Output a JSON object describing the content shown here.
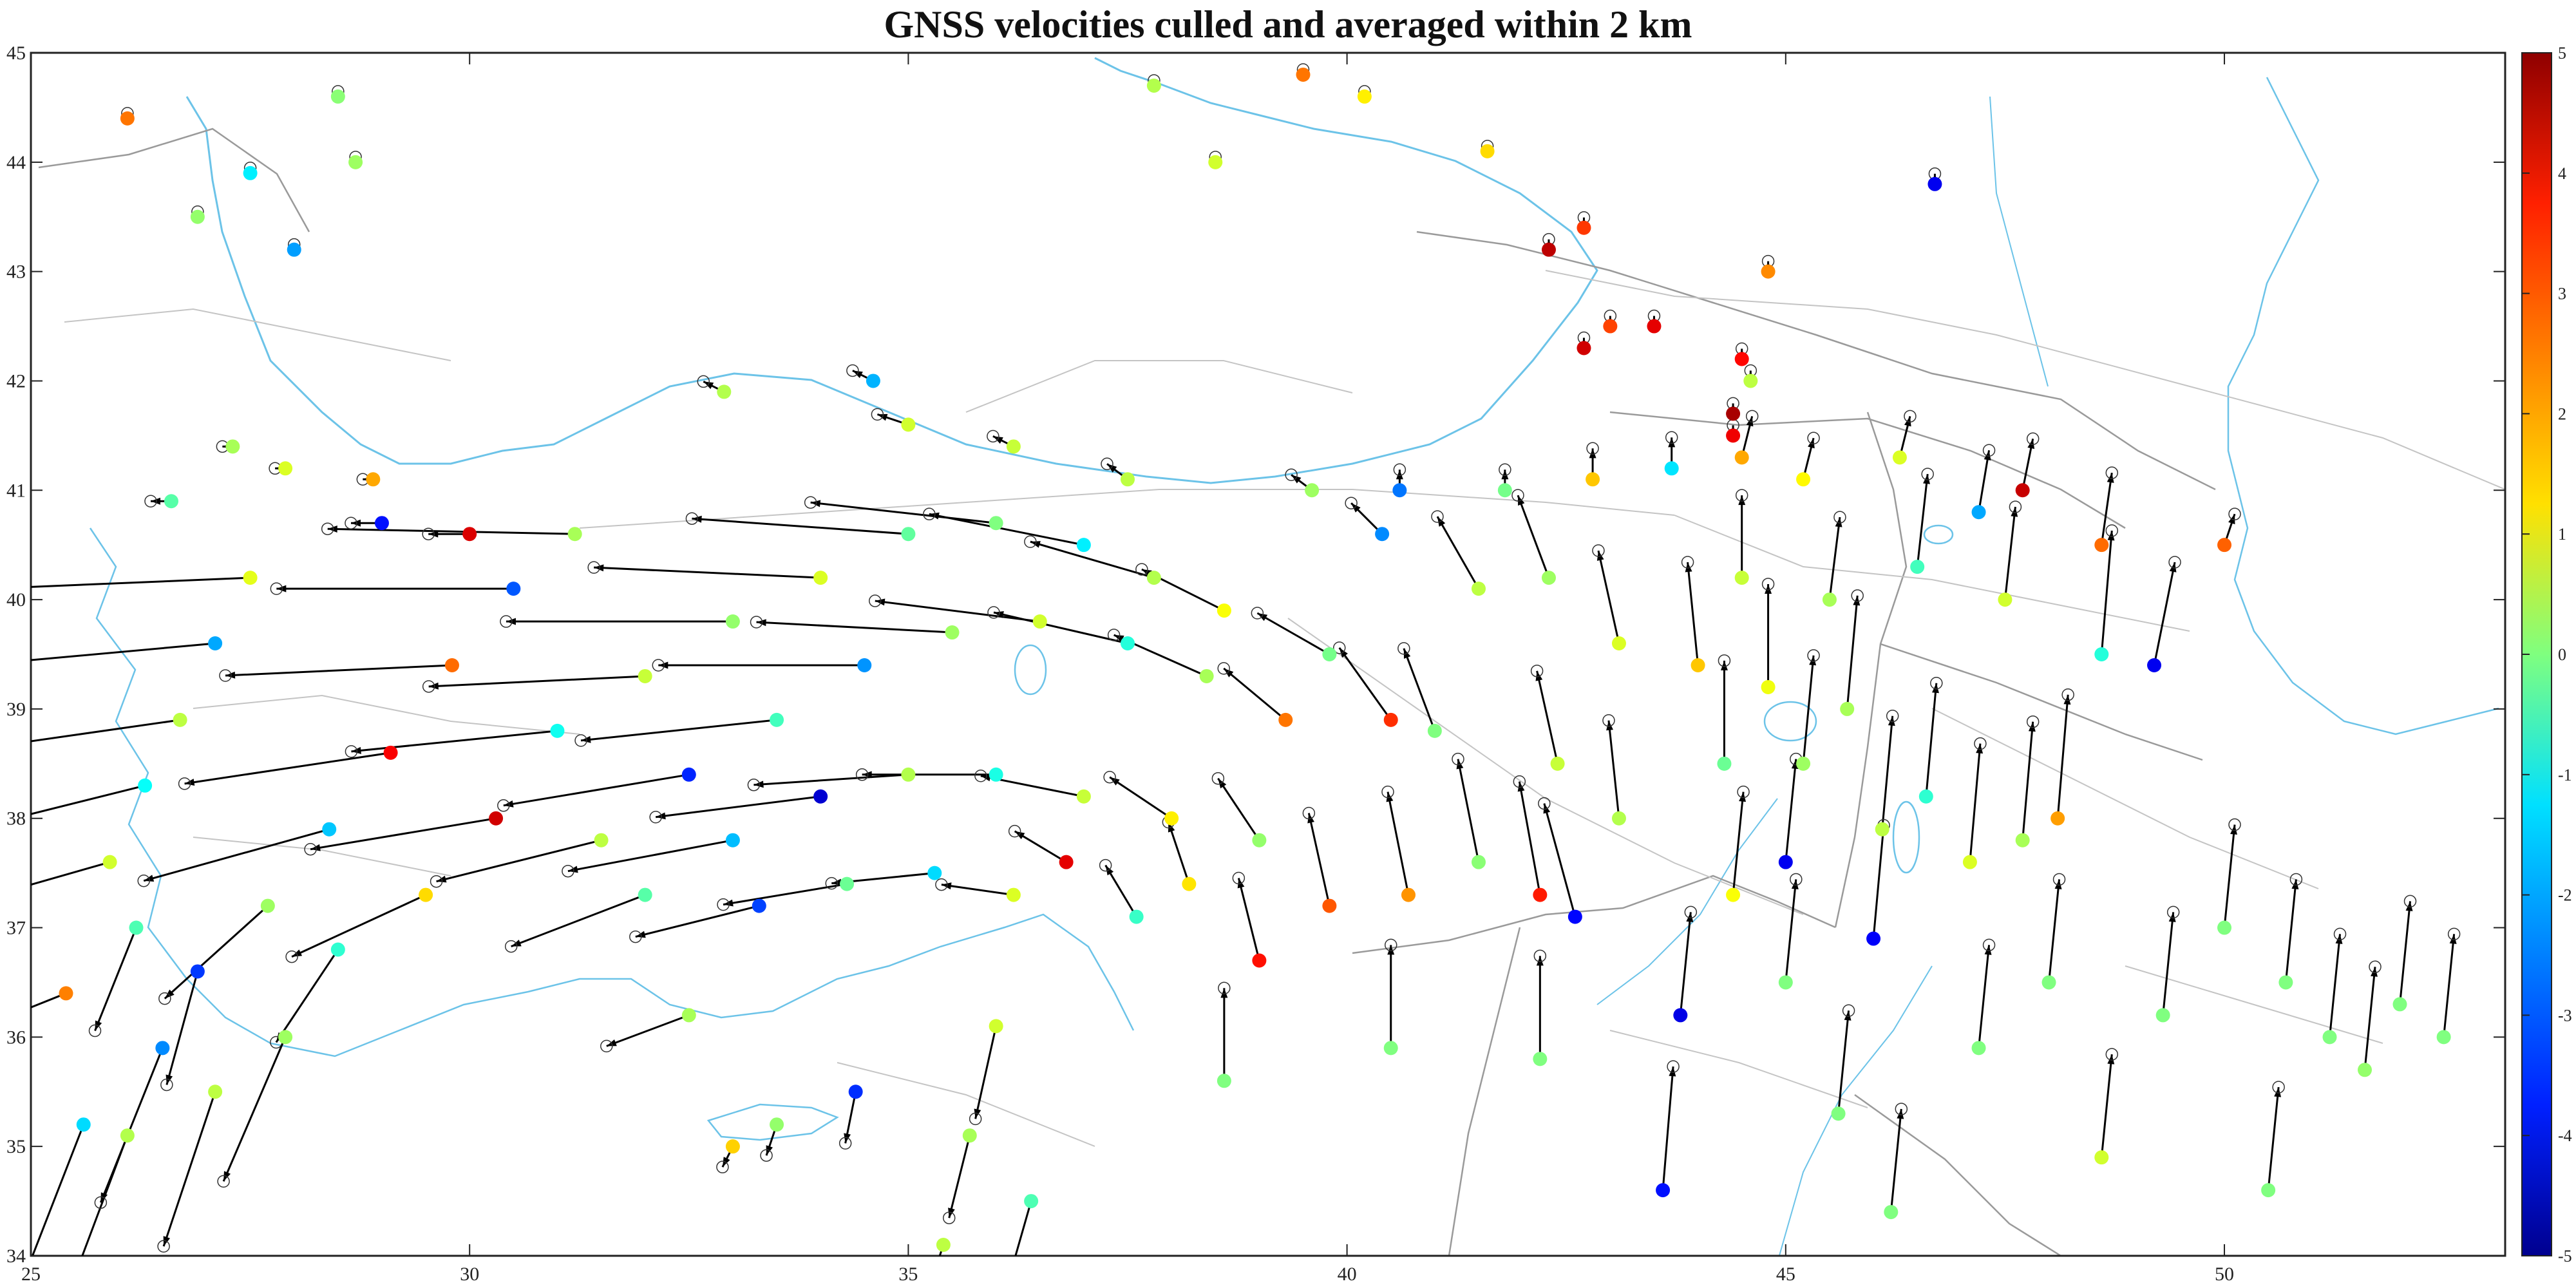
{
  "title": "GNSS velocities culled and averaged within 2 km",
  "map": {
    "xlim": [
      25,
      53.2
    ],
    "ylim": [
      34,
      45
    ],
    "xticks": [
      25,
      30,
      35,
      40,
      45,
      50
    ],
    "yticks": [
      34,
      35,
      36,
      37,
      38,
      39,
      40,
      41,
      42,
      43,
      44,
      45
    ],
    "colors": {
      "coastline": "#6cc3e8",
      "borders": "#9a9a9a",
      "faults": "#c4c4c4",
      "arrows": "#000000"
    }
  },
  "colorbar": {
    "range": [
      -5,
      5
    ],
    "ticks": [
      5,
      4,
      3,
      2,
      1,
      0,
      -1,
      -2,
      -3,
      -4,
      -5
    ],
    "colormap": "jet"
  },
  "stations": [
    {
      "lon": 25.4,
      "lat": 36.4,
      "ve": -0.5,
      "vn": -0.2,
      "u": 2.5
    },
    {
      "lon": 25.9,
      "lat": 37.6,
      "ve": -2.1,
      "vn": -0.6,
      "u": 0.8
    },
    {
      "lon": 26.3,
      "lat": 38.3,
      "ve": -2.0,
      "vn": -0.5,
      "u": -1.2
    },
    {
      "lon": 26.7,
      "lat": 38.9,
      "ve": -2.1,
      "vn": -0.3,
      "u": 0.6
    },
    {
      "lon": 27.1,
      "lat": 39.6,
      "ve": -2.2,
      "vn": -0.2,
      "u": -2.1
    },
    {
      "lon": 27.5,
      "lat": 40.2,
      "ve": -2.4,
      "vn": -0.1,
      "u": 1.0
    },
    {
      "lon": 26.2,
      "lat": 37.0,
      "ve": -0.4,
      "vn": -1.0,
      "u": -0.5
    },
    {
      "lon": 26.9,
      "lat": 36.6,
      "ve": -0.3,
      "vn": -1.1,
      "u": -3.2
    },
    {
      "lon": 27.7,
      "lat": 37.2,
      "ve": -1.0,
      "vn": -0.9,
      "u": 0.3
    },
    {
      "lon": 28.4,
      "lat": 37.9,
      "ve": -1.8,
      "vn": -0.5,
      "u": -1.8
    },
    {
      "lon": 29.1,
      "lat": 38.6,
      "ve": -2.0,
      "vn": -0.3,
      "u": 3.8
    },
    {
      "lon": 29.8,
      "lat": 39.4,
      "ve": -2.2,
      "vn": -0.1,
      "u": 2.7
    },
    {
      "lon": 30.5,
      "lat": 40.1,
      "ve": -2.3,
      "vn": 0.0,
      "u": -2.9
    },
    {
      "lon": 31.2,
      "lat": 40.6,
      "ve": -2.4,
      "vn": 0.05,
      "u": 0.4
    },
    {
      "lon": 29.0,
      "lat": 40.7,
      "ve": -0.3,
      "vn": 0.0,
      "u": -3.6
    },
    {
      "lon": 30.0,
      "lat": 40.6,
      "ve": -0.4,
      "vn": 0.0,
      "u": 4.1
    },
    {
      "lon": 28.5,
      "lat": 36.8,
      "ve": -0.6,
      "vn": -0.9,
      "u": -0.8
    },
    {
      "lon": 29.5,
      "lat": 37.3,
      "ve": -1.3,
      "vn": -0.6,
      "u": 1.6
    },
    {
      "lon": 30.3,
      "lat": 38.0,
      "ve": -1.8,
      "vn": -0.3,
      "u": 4.2
    },
    {
      "lon": 31.0,
      "lat": 38.8,
      "ve": -2.0,
      "vn": -0.2,
      "u": -1.1
    },
    {
      "lon": 32.0,
      "lat": 39.3,
      "ve": -2.1,
      "vn": -0.1,
      "u": 0.7
    },
    {
      "lon": 33.0,
      "lat": 39.8,
      "ve": -2.2,
      "vn": 0.0,
      "u": 0.2
    },
    {
      "lon": 34.0,
      "lat": 40.2,
      "ve": -2.2,
      "vn": 0.1,
      "u": 0.9
    },
    {
      "lon": 35.0,
      "lat": 40.6,
      "ve": -2.1,
      "vn": 0.15,
      "u": -0.3
    },
    {
      "lon": 36.0,
      "lat": 40.7,
      "ve": -1.8,
      "vn": 0.2,
      "u": 0.0
    },
    {
      "lon": 37.0,
      "lat": 40.5,
      "ve": -1.5,
      "vn": 0.3,
      "u": -1.4
    },
    {
      "lon": 37.8,
      "lat": 40.2,
      "ve": -1.2,
      "vn": 0.35,
      "u": 0.5
    },
    {
      "lon": 38.6,
      "lat": 39.9,
      "ve": -0.8,
      "vn": 0.4,
      "u": 1.2
    },
    {
      "lon": 31.5,
      "lat": 37.8,
      "ve": -1.6,
      "vn": -0.4,
      "u": 0.6
    },
    {
      "lon": 32.5,
      "lat": 38.4,
      "ve": -1.8,
      "vn": -0.3,
      "u": -3.4
    },
    {
      "lon": 33.5,
      "lat": 38.9,
      "ve": -1.9,
      "vn": -0.2,
      "u": -0.6
    },
    {
      "lon": 34.5,
      "lat": 39.4,
      "ve": -2.0,
      "vn": 0.0,
      "u": -2.3
    },
    {
      "lon": 35.5,
      "lat": 39.7,
      "ve": -1.9,
      "vn": 0.1,
      "u": 0.3
    },
    {
      "lon": 36.5,
      "lat": 39.8,
      "ve": -1.6,
      "vn": 0.2,
      "u": 0.8
    },
    {
      "lon": 37.5,
      "lat": 39.6,
      "ve": -1.3,
      "vn": 0.3,
      "u": -0.9
    },
    {
      "lon": 38.4,
      "lat": 39.3,
      "ve": -0.9,
      "vn": 0.4,
      "u": 0.4
    },
    {
      "lon": 39.3,
      "lat": 38.9,
      "ve": -0.6,
      "vn": 0.5,
      "u": 2.6
    },
    {
      "lon": 40.5,
      "lat": 38.9,
      "ve": -0.5,
      "vn": 0.7,
      "u": 3.3
    },
    {
      "lon": 32.0,
      "lat": 37.3,
      "ve": -1.3,
      "vn": -0.5,
      "u": -0.4
    },
    {
      "lon": 33.0,
      "lat": 37.8,
      "ve": -1.6,
      "vn": -0.3,
      "u": -1.9
    },
    {
      "lon": 34.0,
      "lat": 38.2,
      "ve": -1.6,
      "vn": -0.2,
      "u": -4.2
    },
    {
      "lon": 35.0,
      "lat": 38.4,
      "ve": -1.5,
      "vn": -0.1,
      "u": 0.5
    },
    {
      "lon": 36.0,
      "lat": 38.4,
      "ve": -1.3,
      "vn": 0.0,
      "u": -1.0
    },
    {
      "lon": 37.0,
      "lat": 38.2,
      "ve": -1.0,
      "vn": 0.2,
      "u": 0.7
    },
    {
      "lon": 38.0,
      "lat": 38.0,
      "ve": -0.6,
      "vn": 0.4,
      "u": 1.4
    },
    {
      "lon": 39.0,
      "lat": 37.8,
      "ve": -0.4,
      "vn": 0.6,
      "u": 0.2
    },
    {
      "lon": 32.5,
      "lat": 36.2,
      "ve": -0.8,
      "vn": -0.3,
      "u": 0.4
    },
    {
      "lon": 33.3,
      "lat": 37.2,
      "ve": -1.2,
      "vn": -0.3,
      "u": -3.1
    },
    {
      "lon": 34.3,
      "lat": 37.4,
      "ve": -1.2,
      "vn": -0.2,
      "u": -0.2
    },
    {
      "lon": 35.3,
      "lat": 37.5,
      "ve": -1.0,
      "vn": -0.1,
      "u": -1.6
    },
    {
      "lon": 36.2,
      "lat": 37.3,
      "ve": -0.7,
      "vn": 0.1,
      "u": 0.9
    },
    {
      "lon": 36.8,
      "lat": 37.6,
      "ve": -0.5,
      "vn": 0.3,
      "u": 4.0
    },
    {
      "lon": 37.6,
      "lat": 37.1,
      "ve": -0.3,
      "vn": 0.5,
      "u": -0.7
    },
    {
      "lon": 38.2,
      "lat": 37.4,
      "ve": -0.2,
      "vn": 0.6,
      "u": 1.5
    },
    {
      "lon": 39.0,
      "lat": 36.7,
      "ve": -0.2,
      "vn": 0.8,
      "u": 3.6
    },
    {
      "lon": 39.8,
      "lat": 37.2,
      "ve": -0.2,
      "vn": 0.9,
      "u": 2.9
    },
    {
      "lon": 40.7,
      "lat": 37.3,
      "ve": -0.2,
      "vn": 1.0,
      "u": 2.3
    },
    {
      "lon": 41.5,
      "lat": 37.6,
      "ve": -0.2,
      "vn": 1.0,
      "u": 0.1
    },
    {
      "lon": 42.2,
      "lat": 37.3,
      "ve": -0.2,
      "vn": 1.1,
      "u": 3.5
    },
    {
      "lon": 42.6,
      "lat": 37.1,
      "ve": -0.3,
      "vn": 1.1,
      "u": -3.7
    },
    {
      "lon": 36.0,
      "lat": 36.1,
      "ve": -0.2,
      "vn": -0.9,
      "u": 0.8
    },
    {
      "lon": 35.7,
      "lat": 35.1,
      "ve": -0.2,
      "vn": -0.8,
      "u": 0.4
    },
    {
      "lon": 36.4,
      "lat": 34.5,
      "ve": -0.2,
      "vn": -0.7,
      "u": -0.5
    },
    {
      "lon": 35.4,
      "lat": 34.1,
      "ve": -0.2,
      "vn": -0.6,
      "u": 0.6
    },
    {
      "lon": 34.4,
      "lat": 35.5,
      "ve": -0.1,
      "vn": -0.5,
      "u": -3.3
    },
    {
      "lon": 33.5,
      "lat": 35.2,
      "ve": -0.1,
      "vn": -0.3,
      "u": 0.2
    },
    {
      "lon": 33.0,
      "lat": 35.0,
      "ve": -0.1,
      "vn": -0.2,
      "u": 1.7
    },
    {
      "lon": 39.8,
      "lat": 39.5,
      "ve": -0.7,
      "vn": 0.4,
      "u": -0.1
    },
    {
      "lon": 40.4,
      "lat": 40.6,
      "ve": -0.3,
      "vn": 0.3,
      "u": -2.4
    },
    {
      "lon": 41.5,
      "lat": 40.1,
      "ve": -0.4,
      "vn": 0.7,
      "u": 0.6
    },
    {
      "lon": 42.3,
      "lat": 40.2,
      "ve": -0.3,
      "vn": 0.8,
      "u": 0.3
    },
    {
      "lon": 43.1,
      "lat": 39.6,
      "ve": -0.2,
      "vn": 0.9,
      "u": 0.9
    },
    {
      "lon": 44.0,
      "lat": 39.4,
      "ve": -0.1,
      "vn": 1.0,
      "u": 1.8
    },
    {
      "lon": 44.8,
      "lat": 39.2,
      "ve": 0.0,
      "vn": 1.0,
      "u": 1.1
    },
    {
      "lon": 45.7,
      "lat": 39.0,
      "ve": 0.1,
      "vn": 1.1,
      "u": 0.4
    },
    {
      "lon": 41.0,
      "lat": 38.8,
      "ve": -0.3,
      "vn": 0.8,
      "u": 0.0
    },
    {
      "lon": 42.4,
      "lat": 38.5,
      "ve": -0.2,
      "vn": 0.9,
      "u": 0.7
    },
    {
      "lon": 43.1,
      "lat": 38.0,
      "ve": -0.1,
      "vn": 0.95,
      "u": 0.5
    },
    {
      "lon": 44.3,
      "lat": 38.5,
      "ve": 0.0,
      "vn": 1.0,
      "u": -0.2
    },
    {
      "lon": 45.2,
      "lat": 38.5,
      "ve": 0.1,
      "vn": 1.05,
      "u": 0.3
    },
    {
      "lon": 45.0,
      "lat": 37.6,
      "ve": 0.1,
      "vn": 1.0,
      "u": -3.9
    },
    {
      "lon": 46.1,
      "lat": 37.9,
      "ve": 0.1,
      "vn": 1.1,
      "u": 0.6
    },
    {
      "lon": 46.6,
      "lat": 38.2,
      "ve": 0.1,
      "vn": 1.1,
      "u": -0.8
    },
    {
      "lon": 47.1,
      "lat": 37.6,
      "ve": 0.1,
      "vn": 1.15,
      "u": 0.9
    },
    {
      "lon": 47.7,
      "lat": 37.8,
      "ve": 0.1,
      "vn": 1.15,
      "u": 0.4
    },
    {
      "lon": 44.4,
      "lat": 37.3,
      "ve": 0.1,
      "vn": 1.0,
      "u": 1.2
    },
    {
      "lon": 46.0,
      "lat": 36.9,
      "ve": 0.1,
      "vn": 1.1,
      "u": -3.8
    },
    {
      "lon": 43.8,
      "lat": 36.2,
      "ve": 0.1,
      "vn": 1.0,
      "u": -4.0
    },
    {
      "lon": 43.6,
      "lat": 34.6,
      "ve": 0.1,
      "vn": 1.2,
      "u": -3.6
    },
    {
      "lon": 48.6,
      "lat": 34.9,
      "ve": 0.1,
      "vn": 1.0,
      "u": 0.8
    },
    {
      "lon": 48.1,
      "lat": 38.0,
      "ve": 0.1,
      "vn": 1.2,
      "u": 2.2
    },
    {
      "lon": 48.6,
      "lat": 39.5,
      "ve": 0.1,
      "vn": 1.2,
      "u": -0.9
    },
    {
      "lon": 49.2,
      "lat": 39.4,
      "ve": 0.2,
      "vn": 1.0,
      "u": -3.9
    },
    {
      "lon": 48.6,
      "lat": 40.5,
      "ve": 0.1,
      "vn": 0.7,
      "u": 2.7
    },
    {
      "lon": 47.2,
      "lat": 40.8,
      "ve": 0.1,
      "vn": 0.6,
      "u": -2.1
    },
    {
      "lon": 47.7,
      "lat": 41.0,
      "ve": 0.1,
      "vn": 0.5,
      "u": 4.3
    },
    {
      "lon": 46.3,
      "lat": 41.3,
      "ve": 0.1,
      "vn": 0.4,
      "u": 0.9
    },
    {
      "lon": 45.2,
      "lat": 41.1,
      "ve": 0.1,
      "vn": 0.4,
      "u": 1.3
    },
    {
      "lon": 44.5,
      "lat": 41.3,
      "ve": 0.1,
      "vn": 0.4,
      "u": 2.1
    },
    {
      "lon": 43.7,
      "lat": 41.2,
      "ve": 0.0,
      "vn": 0.3,
      "u": -1.5
    },
    {
      "lon": 42.8,
      "lat": 41.1,
      "ve": 0.0,
      "vn": 0.3,
      "u": 1.8
    },
    {
      "lon": 41.8,
      "lat": 41.0,
      "ve": 0.0,
      "vn": 0.2,
      "u": -0.1
    },
    {
      "lon": 40.6,
      "lat": 41.0,
      "ve": 0.0,
      "vn": 0.2,
      "u": -2.6
    },
    {
      "lon": 44.5,
      "lat": 40.2,
      "ve": 0.0,
      "vn": 0.8,
      "u": 0.7
    },
    {
      "lon": 45.5,
      "lat": 40.0,
      "ve": 0.1,
      "vn": 0.8,
      "u": 0.4
    },
    {
      "lon": 46.5,
      "lat": 40.3,
      "ve": 0.1,
      "vn": 0.9,
      "u": -0.6
    },
    {
      "lon": 47.5,
      "lat": 40.0,
      "ve": 0.1,
      "vn": 0.9,
      "u": 0.8
    },
    {
      "lon": 50.0,
      "lat": 40.5,
      "ve": 0.1,
      "vn": 0.3,
      "u": 2.8
    },
    {
      "lon": 42.7,
      "lat": 42.3,
      "ve": 0.0,
      "vn": 0.1,
      "u": 4.2
    },
    {
      "lon": 43.0,
      "lat": 42.5,
      "ve": 0.0,
      "vn": 0.1,
      "u": 3.1
    },
    {
      "lon": 43.5,
      "lat": 42.5,
      "ve": 0.0,
      "vn": 0.1,
      "u": 4.0
    },
    {
      "lon": 44.5,
      "lat": 42.2,
      "ve": 0.0,
      "vn": 0.1,
      "u": 3.7
    },
    {
      "lon": 44.4,
      "lat": 41.7,
      "ve": 0.0,
      "vn": 0.1,
      "u": 4.6
    },
    {
      "lon": 44.6,
      "lat": 42.0,
      "ve": 0.0,
      "vn": 0.1,
      "u": 0.6
    },
    {
      "lon": 44.4,
      "lat": 41.5,
      "ve": 0.0,
      "vn": 0.1,
      "u": 3.9
    },
    {
      "lon": 42.3,
      "lat": 43.2,
      "ve": 0.0,
      "vn": 0.1,
      "u": 4.4
    },
    {
      "lon": 42.7,
      "lat": 43.4,
      "ve": 0.0,
      "vn": 0.1,
      "u": 3.2
    },
    {
      "lon": 44.8,
      "lat": 43.0,
      "ve": 0.0,
      "vn": 0.1,
      "u": 2.4
    },
    {
      "lon": 46.7,
      "lat": 43.8,
      "ve": 0.0,
      "vn": 0.1,
      "u": -3.9
    },
    {
      "lon": 37.8,
      "lat": 44.7,
      "ve": 0.0,
      "vn": 0.05,
      "u": 0.5
    },
    {
      "lon": 38.5,
      "lat": 44.0,
      "ve": 0.0,
      "vn": 0.05,
      "u": 0.8
    },
    {
      "lon": 39.5,
      "lat": 44.8,
      "ve": 0.0,
      "vn": 0.05,
      "u": 2.6
    },
    {
      "lon": 40.2,
      "lat": 44.6,
      "ve": 0.0,
      "vn": 0.05,
      "u": 1.4
    },
    {
      "lon": 41.6,
      "lat": 44.1,
      "ve": 0.0,
      "vn": 0.05,
      "u": 1.6
    },
    {
      "lon": 28.5,
      "lat": 44.6,
      "ve": 0.0,
      "vn": 0.05,
      "u": 0.1
    },
    {
      "lon": 28.7,
      "lat": 44.0,
      "ve": 0.0,
      "vn": 0.05,
      "u": 0.3
    },
    {
      "lon": 27.5,
      "lat": 43.9,
      "ve": 0.0,
      "vn": 0.05,
      "u": -1.4
    },
    {
      "lon": 26.1,
      "lat": 44.4,
      "ve": 0.0,
      "vn": 0.05,
      "u": 2.6
    },
    {
      "lon": 26.9,
      "lat": 43.5,
      "ve": 0.0,
      "vn": 0.05,
      "u": 0.2
    },
    {
      "lon": 28.0,
      "lat": 43.2,
      "ve": 0.0,
      "vn": 0.05,
      "u": -2.2
    },
    {
      "lon": 27.3,
      "lat": 41.4,
      "ve": -0.1,
      "vn": 0.0,
      "u": 0.4
    },
    {
      "lon": 28.9,
      "lat": 41.1,
      "ve": -0.1,
      "vn": 0.0,
      "u": 2.1
    },
    {
      "lon": 26.6,
      "lat": 40.9,
      "ve": -0.2,
      "vn": 0.0,
      "u": -0.4
    },
    {
      "lon": 27.9,
      "lat": 41.2,
      "ve": -0.1,
      "vn": 0.0,
      "u": 0.9
    },
    {
      "lon": 32.9,
      "lat": 41.9,
      "ve": -0.2,
      "vn": 0.1,
      "u": 0.5
    },
    {
      "lon": 34.6,
      "lat": 42.0,
      "ve": -0.2,
      "vn": 0.1,
      "u": -2.0
    },
    {
      "lon": 36.2,
      "lat": 41.4,
      "ve": -0.2,
      "vn": 0.1,
      "u": 0.7
    },
    {
      "lon": 37.5,
      "lat": 41.1,
      "ve": -0.2,
      "vn": 0.15,
      "u": 0.6
    },
    {
      "lon": 39.6,
      "lat": 41.0,
      "ve": -0.2,
      "vn": 0.15,
      "u": 0.3
    },
    {
      "lon": 35.0,
      "lat": 41.6,
      "ve": -0.3,
      "vn": 0.1,
      "u": 0.8
    },
    {
      "lon": 25.6,
      "lat": 35.2,
      "ve": -0.7,
      "vn": -1.8,
      "u": -1.6
    },
    {
      "lon": 26.1,
      "lat": 35.1,
      "ve": -0.6,
      "vn": -1.6,
      "u": 0.5
    },
    {
      "lon": 27.1,
      "lat": 35.5,
      "ve": -0.5,
      "vn": -1.5,
      "u": 0.6
    },
    {
      "lon": 26.5,
      "lat": 35.9,
      "ve": -0.6,
      "vn": -1.5,
      "u": -2.4
    },
    {
      "lon": 27.9,
      "lat": 36.0,
      "ve": -0.6,
      "vn": -1.4,
      "u": 0.3
    },
    {
      "lon": 51.6,
      "lat": 35.7,
      "ve": 0.1,
      "vn": 1.0,
      "u": 0.2
    },
    {
      "lon": 51.2,
      "lat": 36.0,
      "ve": 0.1,
      "vn": 1.0,
      "u": 0.0
    },
    {
      "lon": 52.0,
      "lat": 36.3,
      "ve": 0.1,
      "vn": 1.0,
      "u": 0.0
    },
    {
      "lon": 50.7,
      "lat": 36.5,
      "ve": 0.1,
      "vn": 1.0,
      "u": 0.0
    },
    {
      "lon": 52.5,
      "lat": 36.0,
      "ve": 0.1,
      "vn": 1.0,
      "u": 0.0
    },
    {
      "lon": 50.0,
      "lat": 37.0,
      "ve": 0.1,
      "vn": 1.0,
      "u": 0.0
    },
    {
      "lon": 49.3,
      "lat": 36.2,
      "ve": 0.1,
      "vn": 1.0,
      "u": 0.0
    },
    {
      "lon": 48.0,
      "lat": 36.5,
      "ve": 0.1,
      "vn": 1.0,
      "u": 0.0
    },
    {
      "lon": 47.2,
      "lat": 35.9,
      "ve": 0.1,
      "vn": 1.0,
      "u": 0.0
    },
    {
      "lon": 50.5,
      "lat": 34.6,
      "ve": 0.1,
      "vn": 1.0,
      "u": 0.0
    },
    {
      "lon": 45.6,
      "lat": 35.3,
      "ve": 0.1,
      "vn": 1.0,
      "u": 0.0
    },
    {
      "lon": 46.2,
      "lat": 34.4,
      "ve": 0.1,
      "vn": 1.0,
      "u": 0.0
    },
    {
      "lon": 45.0,
      "lat": 36.5,
      "ve": 0.1,
      "vn": 1.0,
      "u": 0.0
    },
    {
      "lon": 42.2,
      "lat": 35.8,
      "ve": 0.0,
      "vn": 1.0,
      "u": 0.0
    },
    {
      "lon": 38.6,
      "lat": 35.6,
      "ve": 0.0,
      "vn": 0.9,
      "u": 0.0
    },
    {
      "lon": 40.5,
      "lat": 35.9,
      "ve": 0.0,
      "vn": 1.0,
      "u": 0.0
    }
  ]
}
